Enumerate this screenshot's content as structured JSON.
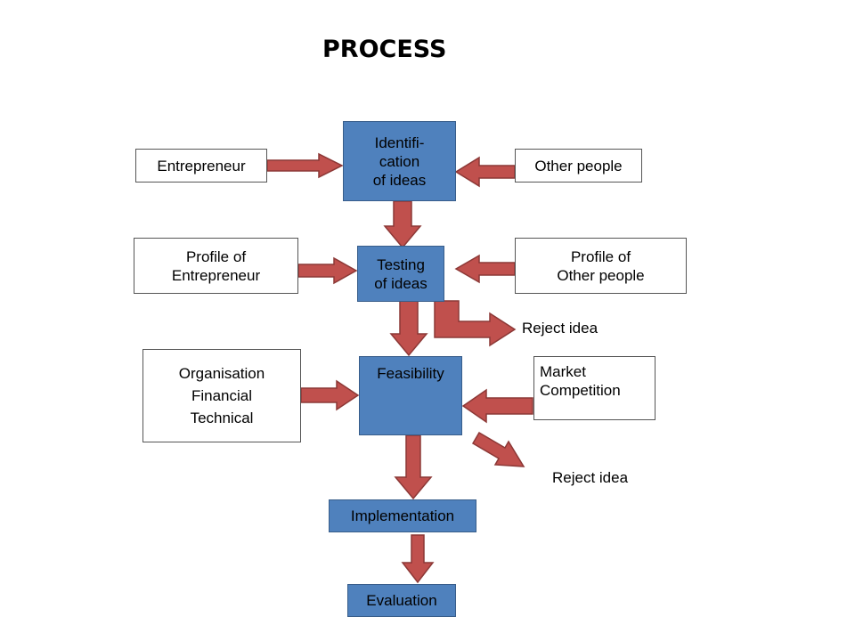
{
  "title": "PROCESS",
  "nodes": {
    "identification": [
      "Identifi-",
      "cation",
      "of ideas"
    ],
    "entrepreneur": "Entrepreneur",
    "other_people": "Other people",
    "profile_entrepreneur": [
      "Profile of",
      "Entrepreneur"
    ],
    "testing": [
      "Testing",
      "of ideas"
    ],
    "profile_other": [
      "Profile of",
      "Other people"
    ],
    "reject_1": "Reject idea",
    "organisation": [
      "Organisation",
      "Financial",
      "Technical"
    ],
    "feasibility": "Feasibility",
    "market": [
      "Market",
      "Competition"
    ],
    "reject_2": "Reject idea",
    "implementation": "Implementation",
    "evaluation": "Evaluation"
  },
  "colors": {
    "process_box": "#4f81bd",
    "arrow_fill": "#c0504d",
    "arrow_stroke": "#8c3836"
  }
}
